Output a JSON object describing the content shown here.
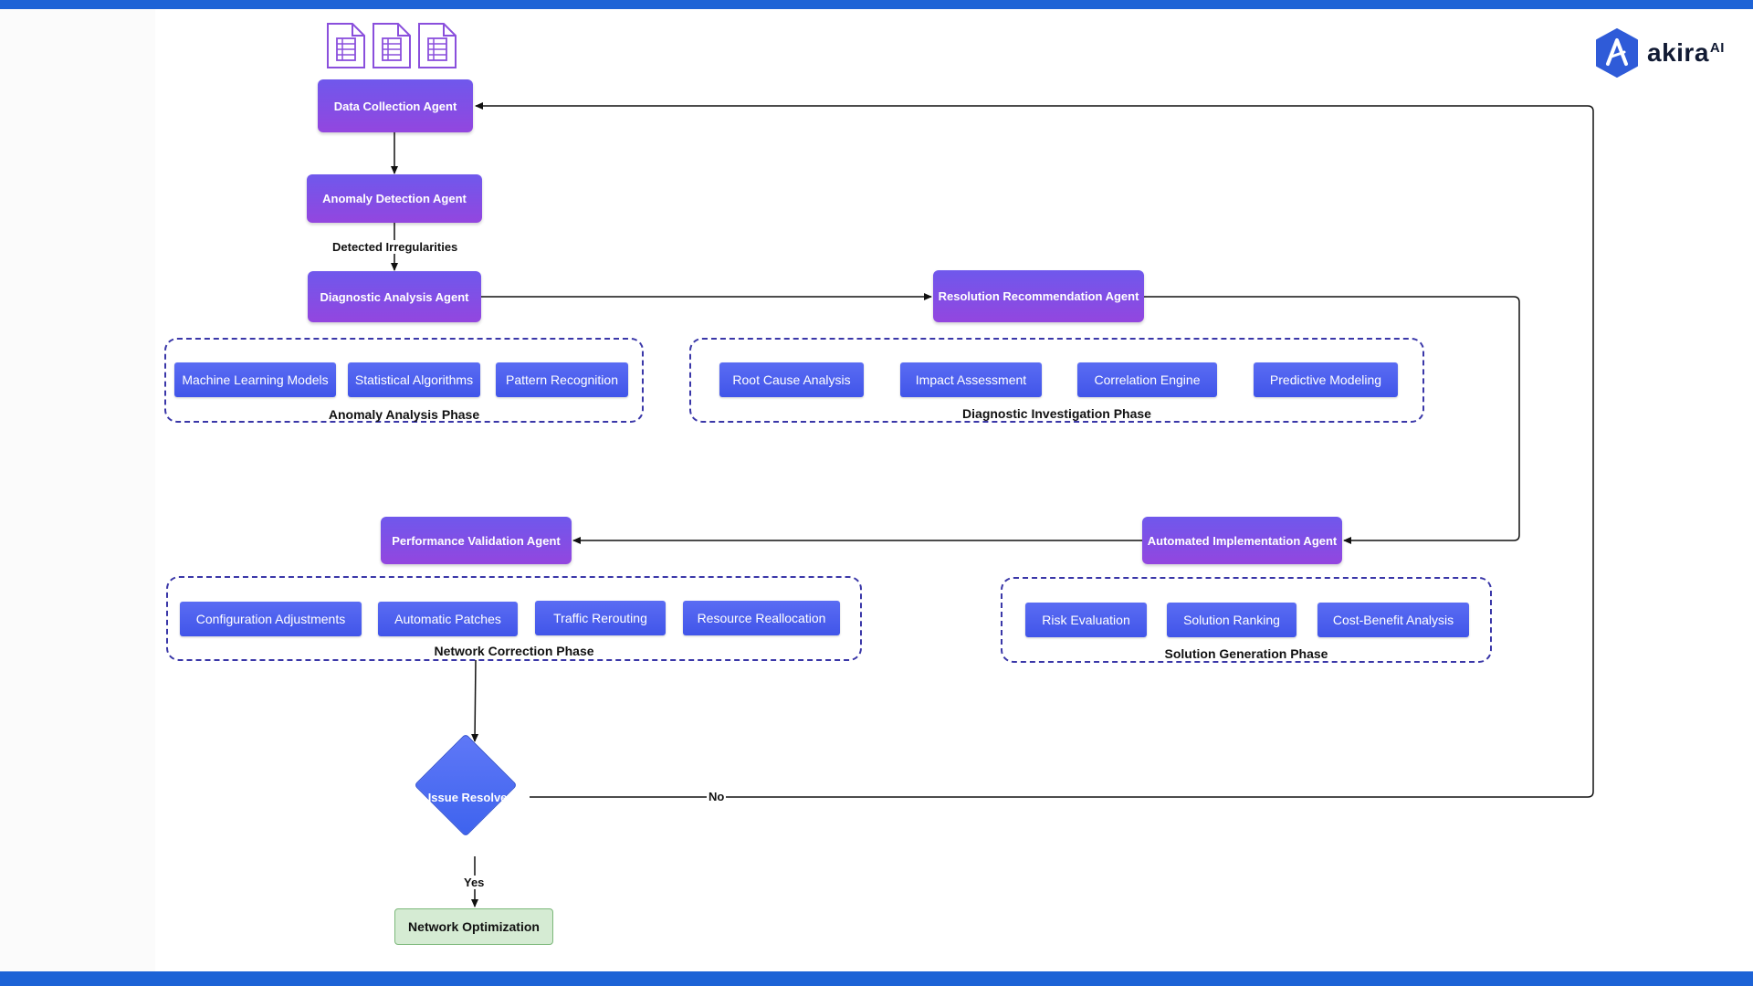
{
  "brand": {
    "name": "akira",
    "suffix": "AI"
  },
  "agents": {
    "data_collection": "Data Collection Agent",
    "anomaly_detection": "Anomaly Detection Agent",
    "diagnostic_analysis": "Diagnostic Analysis Agent",
    "resolution_recommendation": "Resolution Recommendation Agent",
    "automated_implementation": "Automated Implementation Agent",
    "performance_validation": "Performance Validation Agent"
  },
  "edge_labels": {
    "detected_irregularities": "Detected Irregularities",
    "no": "No",
    "yes": "Yes"
  },
  "phases": {
    "anomaly_analysis": {
      "label": "Anomaly Analysis Phase",
      "items": [
        "Machine Learning Models",
        "Statistical Algorithms",
        "Pattern Recognition"
      ]
    },
    "diagnostic_investigation": {
      "label": "Diagnostic Investigation Phase",
      "items": [
        "Root Cause Analysis",
        "Impact Assessment",
        "Correlation Engine",
        "Predictive Modeling"
      ]
    },
    "network_correction": {
      "label": "Network Correction Phase",
      "items": [
        "Configuration Adjustments",
        "Automatic Patches",
        "Traffic Rerouting",
        "Resource Reallocation"
      ]
    },
    "solution_generation": {
      "label": "Solution Generation Phase",
      "items": [
        "Risk Evaluation",
        "Solution Ranking",
        "Cost-Benefit Analysis"
      ]
    }
  },
  "decision": {
    "label": "Issue Resolved?"
  },
  "final": {
    "label": "Network Optimization"
  },
  "colors": {
    "bar": "#1d63d6",
    "agent_gradient_top": "#6f58ec",
    "agent_gradient_bottom": "#9346df",
    "chip": "#4a5ff0",
    "phase_border": "#3a37a8",
    "final_fill": "#d5ebd3",
    "logo_hex": "#2f5bd8"
  },
  "icons": [
    "document-icon",
    "document-icon",
    "document-icon"
  ]
}
